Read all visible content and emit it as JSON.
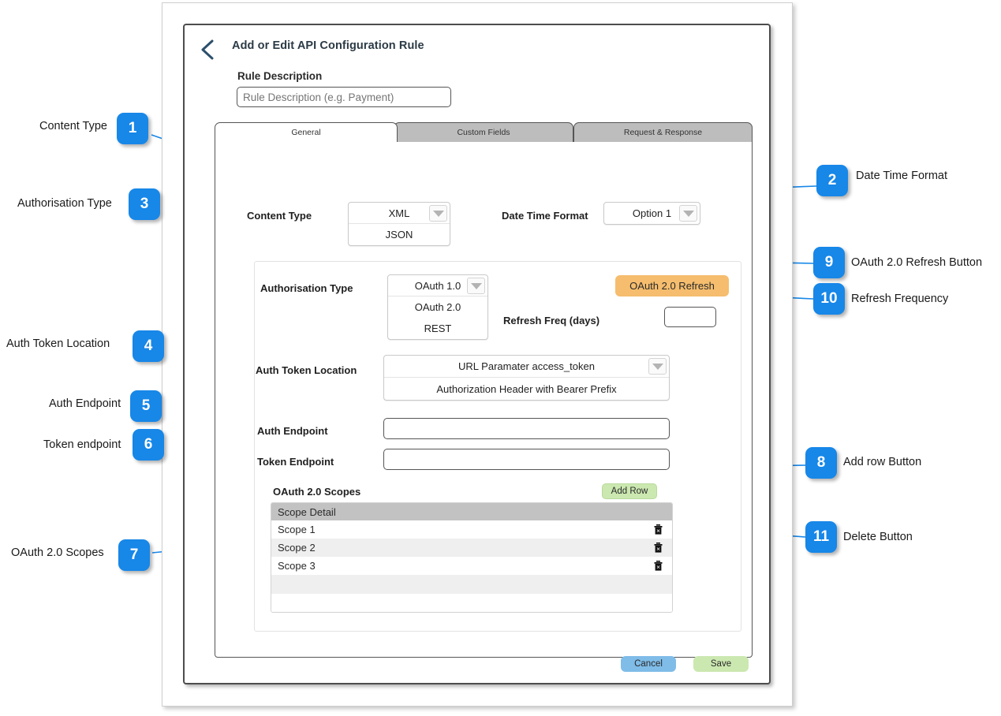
{
  "modal": {
    "title": "Add or Edit API Configuration Rule",
    "back_icon": "chevron-left-icon",
    "rule_description": {
      "label": "Rule Description",
      "value": "",
      "placeholder": "Rule Description (e.g. Payment)"
    },
    "tabs": [
      {
        "label": "General",
        "active": true
      },
      {
        "label": "Custom Fields",
        "active": false
      },
      {
        "label": "Request & Response",
        "active": false
      }
    ],
    "general": {
      "content_type": {
        "label": "Content Type",
        "selected": "XML",
        "options": [
          "XML",
          "JSON"
        ],
        "arrow_icon": "chevron-down-icon"
      },
      "date_time_format": {
        "label": "Date Time Format",
        "selected": "Option 1",
        "arrow_icon": "chevron-down-icon"
      },
      "authorisation_type": {
        "label": "Authorisation Type",
        "selected": "OAuth 1.0",
        "options": [
          "OAuth 1.0",
          "OAuth 2.0",
          "REST"
        ],
        "arrow_icon": "chevron-down-icon"
      },
      "oauth_refresh_button": "OAuth 2.0 Refresh",
      "refresh_freq": {
        "label": "Refresh Freq (days)",
        "value": ""
      },
      "auth_token_location": {
        "label": "Auth Token Location",
        "selected": "URL Paramater access_token",
        "options": [
          "URL Paramater access_token",
          "Authorization Header with Bearer Prefix"
        ],
        "arrow_icon": "chevron-down-icon"
      },
      "auth_endpoint": {
        "label": "Auth Endpoint",
        "value": ""
      },
      "token_endpoint": {
        "label": "Token Endpoint",
        "value": ""
      },
      "scopes": {
        "title": "OAuth 2.0 Scopes",
        "add_row_label": "Add Row",
        "column_header": "Scope Detail",
        "rows": [
          "Scope 1",
          "Scope 2",
          "Scope 3"
        ],
        "delete_icon": "trash-icon"
      }
    },
    "footer": {
      "cancel_label": "Cancel",
      "save_label": "Save"
    }
  },
  "callouts": [
    {
      "number": "1",
      "text": "Content Type"
    },
    {
      "number": "2",
      "text": "Date Time Format"
    },
    {
      "number": "3",
      "text": "Authorisation Type"
    },
    {
      "number": "4",
      "text": "Auth Token Location"
    },
    {
      "number": "5",
      "text": "Auth Endpoint"
    },
    {
      "number": "6",
      "text": "Token endpoint"
    },
    {
      "number": "7",
      "text": "OAuth 2.0 Scopes"
    },
    {
      "number": "8",
      "text": "Add row Button"
    },
    {
      "number": "9",
      "text": "OAuth 2.0 Refresh Button"
    },
    {
      "number": "10",
      "text": "Refresh Frequency"
    },
    {
      "number": "11",
      "text": "Delete Button"
    }
  ],
  "colors": {
    "badge_blue": "#1787e8",
    "tab_inactive": "#bdbdbd",
    "orange_button": "#f5bd6d",
    "green_button": "#cbe8b0",
    "blue_button": "#7fbce8",
    "table_header": "#c2c2c2"
  }
}
